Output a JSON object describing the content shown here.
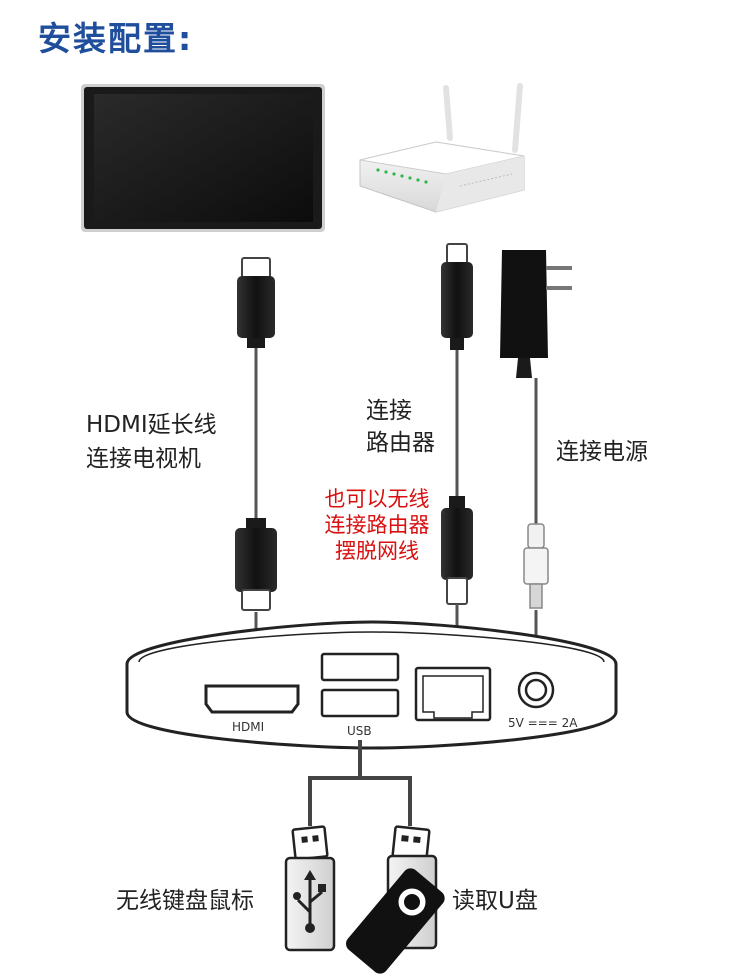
{
  "title": "安装配置:",
  "labels": {
    "hdmi_line1": "HDMI延长线",
    "hdmi_line2": "连接电视机",
    "router_line1": "连接",
    "router_line2": "路由器",
    "wireless_line1": "也可以无线",
    "wireless_line2": "连接路由器",
    "wireless_line3": "摆脱网线",
    "power": "连接电源",
    "keyboard": "无线键盘鼠标",
    "udisk": "读取U盘"
  },
  "ports": {
    "hdmi": "HDMI",
    "usb": "USB",
    "power_spec": "5V === 2A"
  },
  "colors": {
    "title": "#1f4e9c",
    "note": "#d81010",
    "cable": "#555555"
  }
}
